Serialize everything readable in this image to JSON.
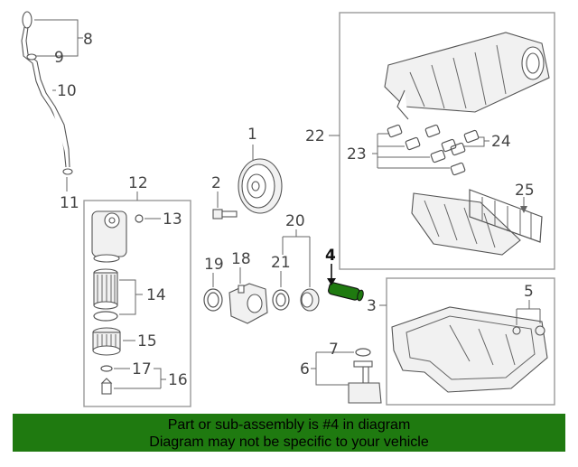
{
  "callouts": {
    "c1": "1",
    "c2": "2",
    "c3": "3",
    "c4": "4",
    "c5": "5",
    "c6": "6",
    "c7": "7",
    "c8": "8",
    "c9": "9",
    "c10": "10",
    "c11": "11",
    "c12": "12",
    "c13": "13",
    "c14": "14",
    "c15": "15",
    "c16": "16",
    "c17": "17",
    "c18": "18",
    "c19": "19",
    "c20": "20",
    "c21": "21",
    "c22": "22",
    "c23": "23",
    "c24": "24",
    "c25": "25"
  },
  "highlight": {
    "part": "4",
    "color": "#1f7a10"
  },
  "banner": {
    "line1": "Part or sub-assembly is #4 in diagram",
    "line2": "Diagram may not be specific to your vehicle",
    "color": "#1f7a10"
  }
}
